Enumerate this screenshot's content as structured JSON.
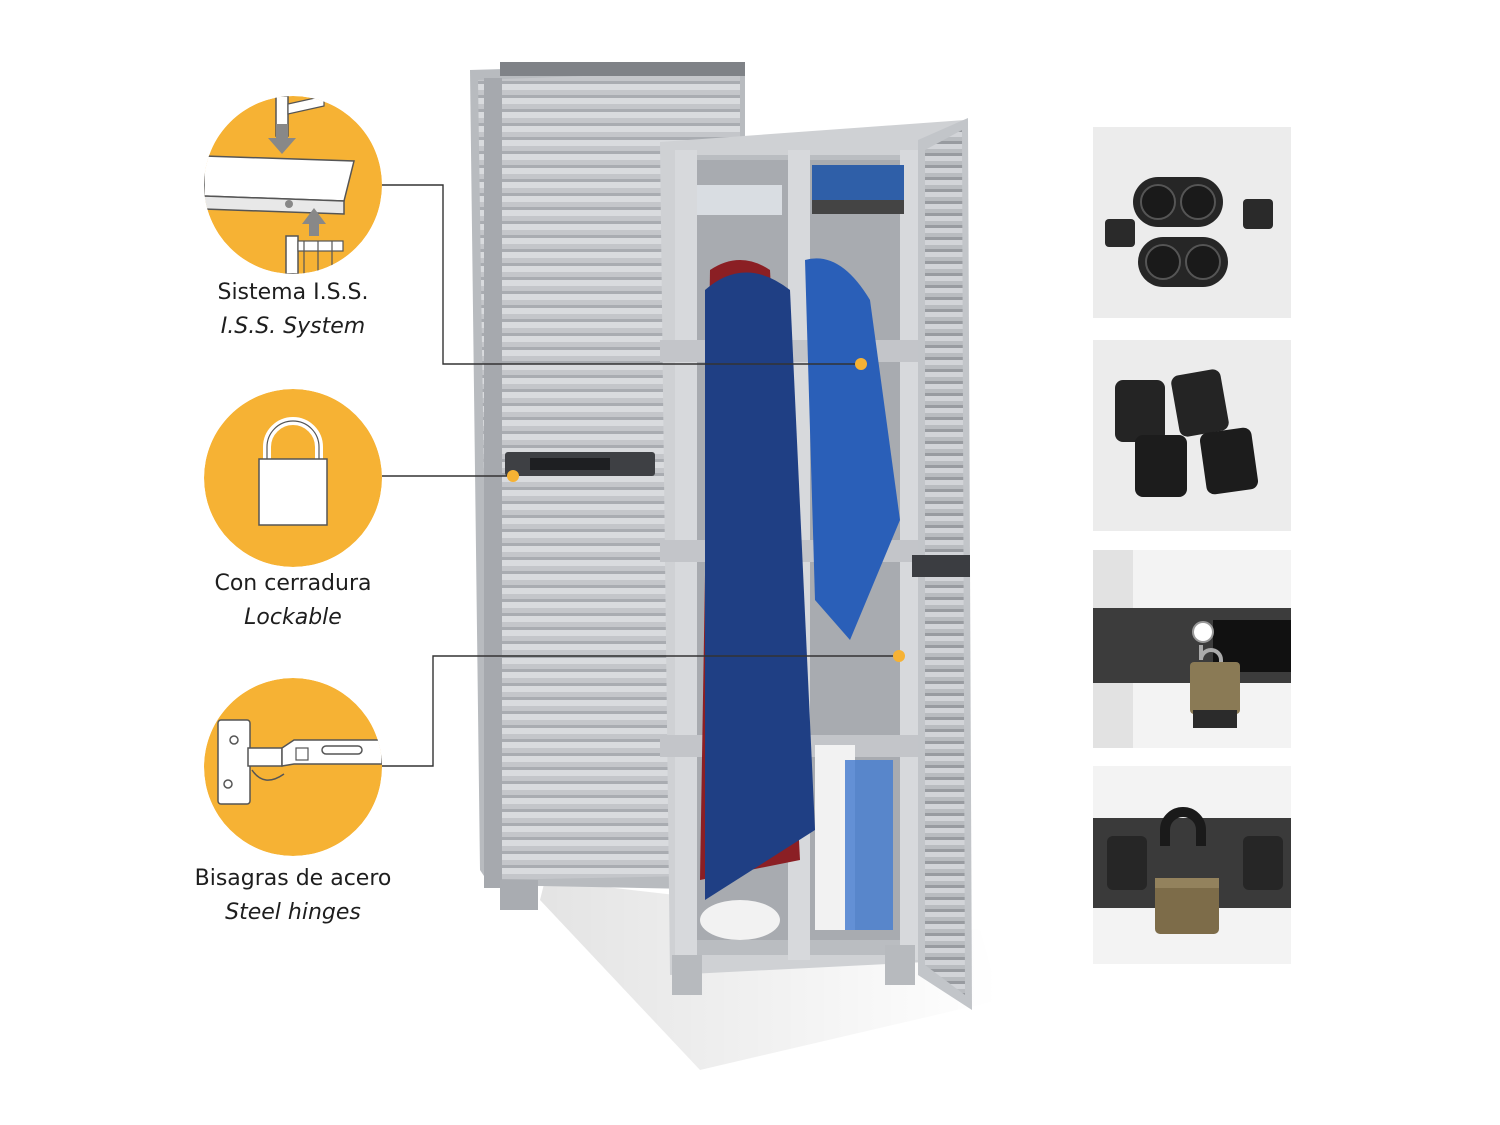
{
  "features": [
    {
      "es": "Sistema I.S.S.",
      "en": "I.S.S. System",
      "icon": "shelf-connector-icon"
    },
    {
      "es": "Con cerradura",
      "en": "Lockable",
      "icon": "padlock-icon"
    },
    {
      "es": "Bisagras de acero",
      "en": "Steel hinges",
      "icon": "hinge-icon"
    }
  ],
  "colors": {
    "accent": "#F6B234",
    "cabinet": "#C9CBCF",
    "cabinet_dark": "#9EA1A6",
    "line": "#333333"
  },
  "detail_photos": [
    {
      "icon": "double-connector-photo"
    },
    {
      "icon": "tube-connector-photo"
    },
    {
      "icon": "padlock-latch-photo"
    },
    {
      "icon": "padlock-closed-photo"
    }
  ]
}
